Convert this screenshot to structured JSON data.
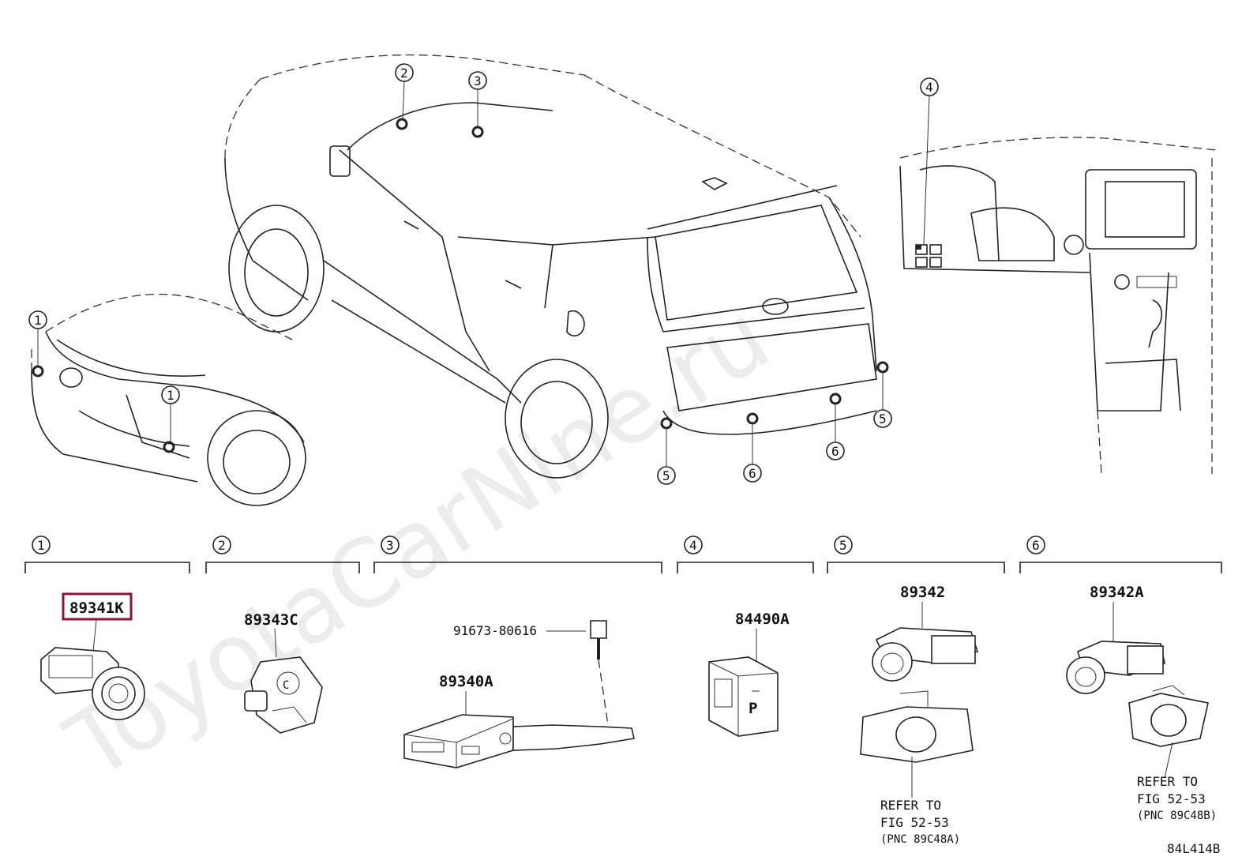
{
  "watermark": "ToyotaCarNine.ru",
  "callouts": [
    "1",
    "2",
    "3",
    "4",
    "5",
    "6"
  ],
  "sections": [
    {
      "id": "1",
      "parts": [
        "89341K"
      ]
    },
    {
      "id": "2",
      "parts": [
        "89343C"
      ]
    },
    {
      "id": "3",
      "parts": [
        "91673-80616",
        "89340A"
      ]
    },
    {
      "id": "4",
      "parts": [
        "84490A"
      ]
    },
    {
      "id": "5",
      "parts": [
        "89342"
      ],
      "note": [
        "REFER TO",
        "FIG 52-53",
        "(PNC 89C48A)"
      ]
    },
    {
      "id": "6",
      "parts": [
        "89342A"
      ],
      "note": [
        "REFER TO",
        "FIG 52-53",
        "(PNC 89C48B)"
      ]
    }
  ],
  "highlighted_part": "89341K",
  "highlight_color": "#8b1538",
  "switch_label": "P",
  "figure_code": "84L414B"
}
